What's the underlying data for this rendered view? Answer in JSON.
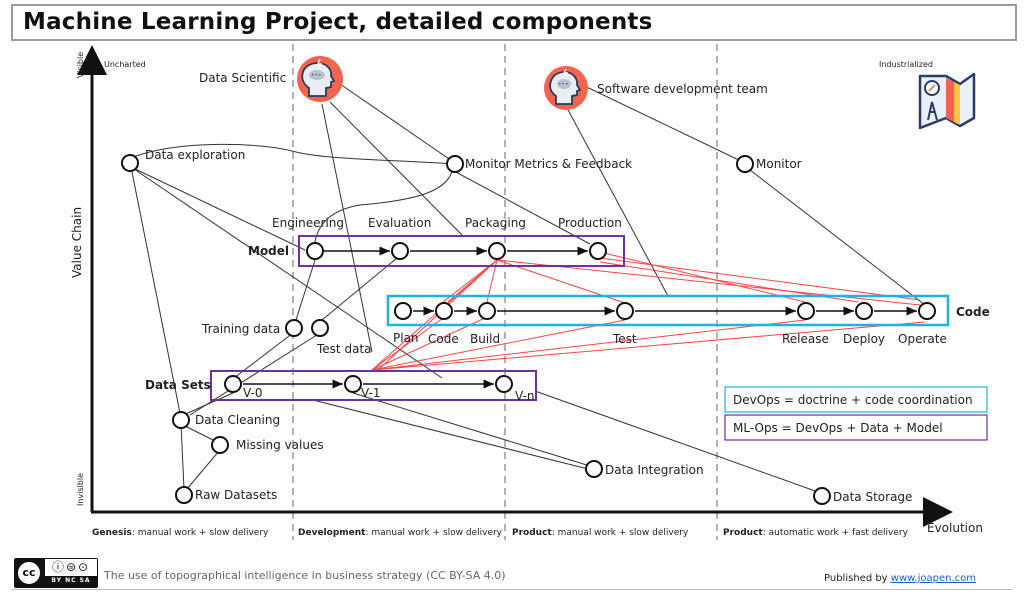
{
  "title": "Machine Learning Project, detailed components",
  "axes": {
    "y_label": "Value Chain",
    "y_top": "Visible",
    "y_bottom": "Invisible",
    "x_label": "Evolution",
    "stage_top_left": "Uncharted",
    "stage_top_right": "Industrialized"
  },
  "stages": [
    {
      "bold": "Genesis",
      "rest": ": manual work + slow delivery"
    },
    {
      "bold": "Development",
      "rest": ": manual work + slow delivery"
    },
    {
      "bold": "Product",
      "rest": ": manual work + slow delivery"
    },
    {
      "bold": "Product",
      "rest": ": automatic work + fast delivery"
    }
  ],
  "actors": {
    "data_scientist": "Data Scientific",
    "software_team": "Software development team"
  },
  "nodes": {
    "data_exploration": "Data exploration",
    "monitor_metrics": "Monitor Metrics & Feedback",
    "monitor": "Monitor",
    "engineering": "Engineering",
    "evaluation": "Evaluation",
    "packaging": "Packaging",
    "production": "Production",
    "plan": "Plan",
    "code": "Code",
    "build": "Build",
    "test": "Test",
    "release": "Release",
    "deploy": "Deploy",
    "operate": "Operate",
    "training_data": "Training data",
    "test_data": "Test data",
    "v0": "V-0",
    "v1": "V-1",
    "vn": "V-n",
    "data_cleaning": "Data Cleaning",
    "missing_values": "Missing values",
    "raw_datasets": "Raw Datasets",
    "data_integration": "Data Integration",
    "data_storage": "Data Storage"
  },
  "groups": {
    "model": "Model",
    "code": "Code",
    "data_sets": "Data Sets"
  },
  "legend": {
    "devops": "DevOps = doctrine + code coordination",
    "mlops": "ML-Ops = DevOps  + Data + Model"
  },
  "colors": {
    "model_box": "#7030a0",
    "code_box": "#1fb0e6",
    "red_links": "#ff3030",
    "actor": "#f26350"
  },
  "footer": {
    "license_text": "The use of topographical intelligence in business strategy (CC BY-SA 4.0)",
    "cc_tags": "BY  NC  SA",
    "published_prefix": "Published by ",
    "published_link": "www.joapen.com"
  }
}
